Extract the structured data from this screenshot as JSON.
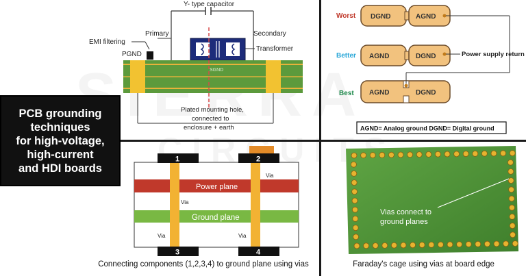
{
  "title": "PCB grounding\ntechniques\nfor high-voltage,\nhigh-current\nand HDI boards",
  "watermark": {
    "line1": "SIERRA",
    "line2": "CIRCUITS"
  },
  "panel_top_left": {
    "labels": {
      "y_cap": "Y- type capacitor",
      "primary": "Primary",
      "emi": "EMI filtering",
      "pgnd": "PGND",
      "secondary": "Secondary",
      "transformer": "Transformer",
      "sgnd": "SGND",
      "hole_line1": "Plated mounting hole,",
      "hole_line2": "connected to",
      "hole_line3": "enclosure + earth"
    }
  },
  "panel_top_right": {
    "rows": [
      {
        "rank": "Worst",
        "left": "DGND",
        "right": "AGND"
      },
      {
        "rank": "Better",
        "left": "AGND",
        "right": "DGND"
      },
      {
        "rank": "Best",
        "left": "AGND",
        "right": "DGND"
      }
    ],
    "return_label": "Power supply return",
    "legend": "AGND= Analog ground DGND= Digital ground",
    "colors": {
      "worst": "#c0392b",
      "better": "#2aa7d8",
      "best": "#1f8a4c",
      "pad": "#f2c27e",
      "pad_border": "#6b4b2a"
    }
  },
  "panel_bottom_left": {
    "power_plane": "Power plane",
    "ground_plane": "Ground plane",
    "pins": [
      "1",
      "2",
      "3",
      "4"
    ],
    "via_label": "Via",
    "caption": "Connecting components (1,2,3,4) to ground plane using vias",
    "colors": {
      "power": "#c0392b",
      "ground": "#79b843",
      "via": "#f2b233"
    }
  },
  "panel_bottom_right": {
    "annotation_line1": "Vias connect to",
    "annotation_line2": "ground planes",
    "caption": "Faraday's cage using vias at board edge",
    "colors": {
      "board": "#4f9a3a",
      "via": "#e6b32f"
    }
  }
}
